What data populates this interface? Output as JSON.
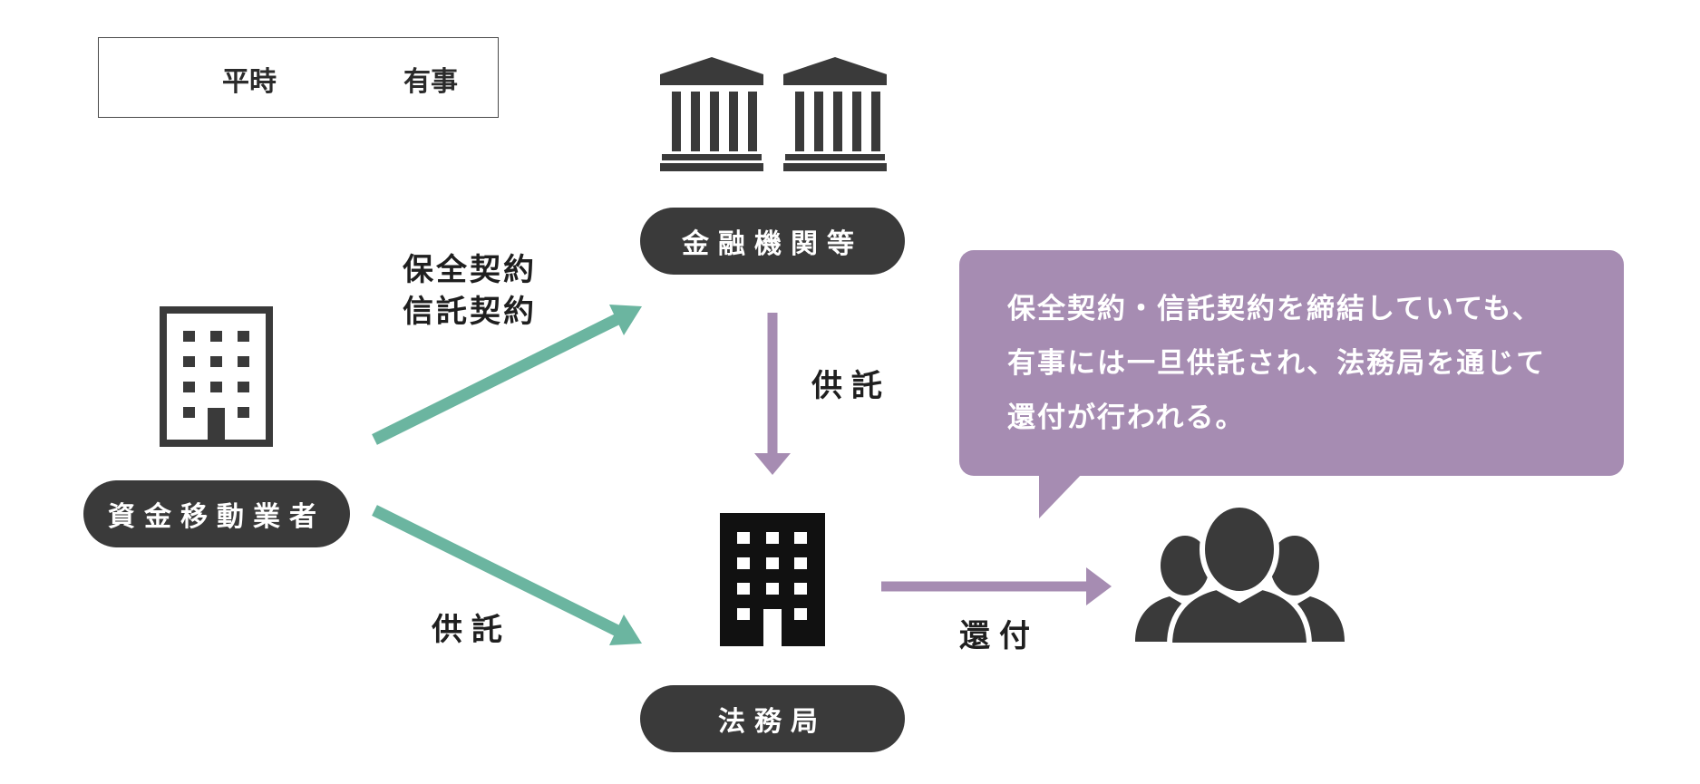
{
  "legend": {
    "normal_label": "平時",
    "emergency_label": "有事",
    "normal_color": "#6bb5a0",
    "emergency_color": "#a68cb2"
  },
  "nodes": {
    "funds_transfer_operator": {
      "label": "資金移動業者",
      "icon": "office-building-icon"
    },
    "financial_institutions": {
      "label": "金融機関等",
      "icon": "bank-icon"
    },
    "legal_affairs_bureau": {
      "label": "法務局",
      "icon": "office-building-icon"
    },
    "users": {
      "icon": "people-group-icon"
    }
  },
  "edges": {
    "operator_to_institutions": {
      "line1": "保全契約",
      "line2": "信託契約",
      "type": "平時"
    },
    "operator_to_bureau": {
      "label": "供託",
      "type": "平時"
    },
    "institutions_to_bureau": {
      "label": "供託",
      "type": "有事"
    },
    "bureau_to_users": {
      "label": "還付",
      "type": "有事"
    }
  },
  "callout": {
    "lines": [
      "保全契約・信託契約を締結していても、",
      "有事には一旦供託され、法務局を通じて",
      "還付が行われる。"
    ],
    "color": "#a68cb2"
  },
  "colors": {
    "node_fill": "#3a3a3a",
    "icon_dark": "#3a3a3a",
    "icon_black": "#111111"
  }
}
